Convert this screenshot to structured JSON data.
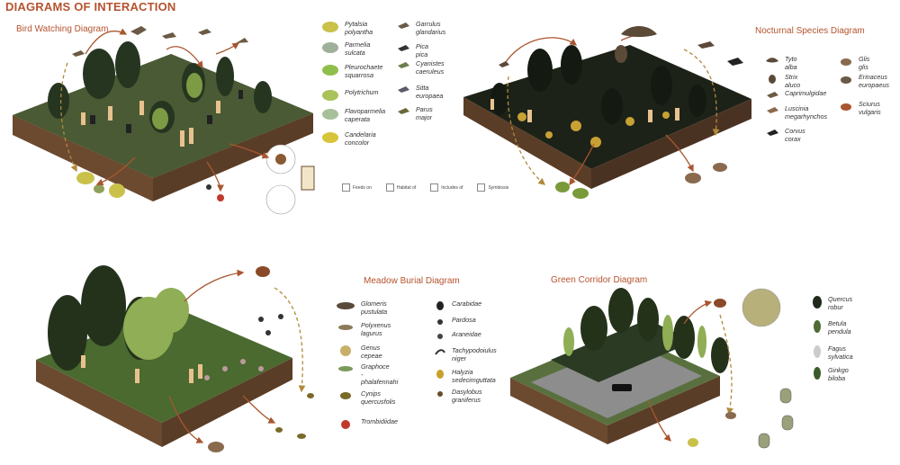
{
  "page_title": "DIAGRAMS OF INTERACTION",
  "diagrams": {
    "bird": {
      "title": "Bird Watching Diagram",
      "legend_left": [
        "Pytalsia\npolyantha",
        "Parmelia\nsulcata",
        "Pleurochaete\nsquarrosa",
        "Polytrichum",
        "Flavoparmelia\ncaperata",
        "Candelaria\nconcolor"
      ],
      "legend_right": [
        "Garrulus\nglandarius",
        "Pica pica",
        "Cyanistes\ncaeruleus",
        "Sitta\neuropaea",
        "Parus\nmajor"
      ],
      "key": [
        "Feeds on",
        "Habitat of",
        "Includes of",
        "Symbiosis"
      ]
    },
    "nocturnal": {
      "title": "Nocturnal Species Diagram",
      "legend_left": [
        "Tyto alba",
        "Strix aluco",
        "Caprimulgidae",
        "Luscinia\nmegarhynchos",
        "Corvus corax"
      ],
      "legend_right": [
        "Glis glis",
        "Erinaceus\neuropaeus",
        "Sciurus\nvulgaris"
      ]
    },
    "meadow": {
      "title": "Meadow Burial Diagram",
      "legend_left": [
        "Glomeris pustulata",
        "Polyxenus\nlagurus",
        "Genus cepeae",
        "Graphoce\n-phalafennahi",
        "Cynips\nquercusfolis",
        "Trombidiidae"
      ],
      "legend_right": [
        "Carabidae",
        "Pardosa",
        "Araneidae",
        "Tachypodoiulus\nniger",
        "Halyzia\nsedecimguttata",
        "Dasylobus\ngraniferus"
      ]
    },
    "corridor": {
      "title": "Green Corridor Diagram",
      "legend": [
        "Quercus robur",
        "Betula pendula",
        "Fagus sylvatica",
        "Ginkgo biloba"
      ]
    }
  },
  "colors": {
    "accent": "#b5532e",
    "soil": "#6b4a30",
    "grass": "#4f6b35",
    "dark": "#1f2a1a",
    "lichen": "#c9c14a",
    "arrow": "#a8562f",
    "dash": "#b08a3a"
  }
}
